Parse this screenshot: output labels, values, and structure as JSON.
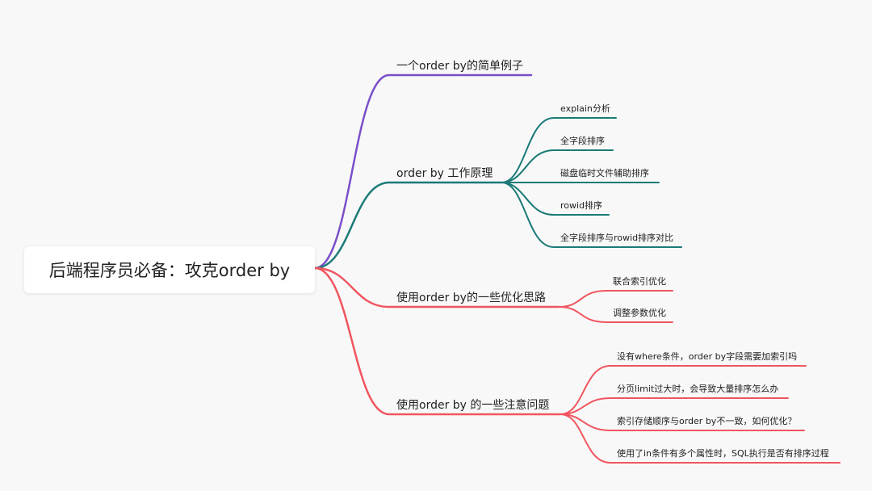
{
  "root": {
    "label": "后端程序员必备：攻克order by"
  },
  "branches": [
    {
      "label": "一个order by的简单例子",
      "color": "#7b4fc9",
      "children": []
    },
    {
      "label": "order by 工作原理",
      "color": "#1b7a78",
      "children": [
        "explain分析",
        "全字段排序",
        "磁盘临时文件辅助排序",
        "rowid排序",
        "全字段排序与rowid排序对比"
      ]
    },
    {
      "label": "使用order by的一些优化思路",
      "color": "#f0555f",
      "children": [
        "联合索引优化",
        "调整参数优化"
      ]
    },
    {
      "label": "使用order by 的一些注意问题",
      "color": "#f0555f",
      "children": [
        "没有where条件，order by字段需要加索引吗",
        "分页limit过大时，会导致大量排序怎么办",
        "索引存储顺序与order by不一致，如何优化？",
        "使用了in条件有多个属性时，SQL执行是否有排序过程"
      ]
    }
  ]
}
